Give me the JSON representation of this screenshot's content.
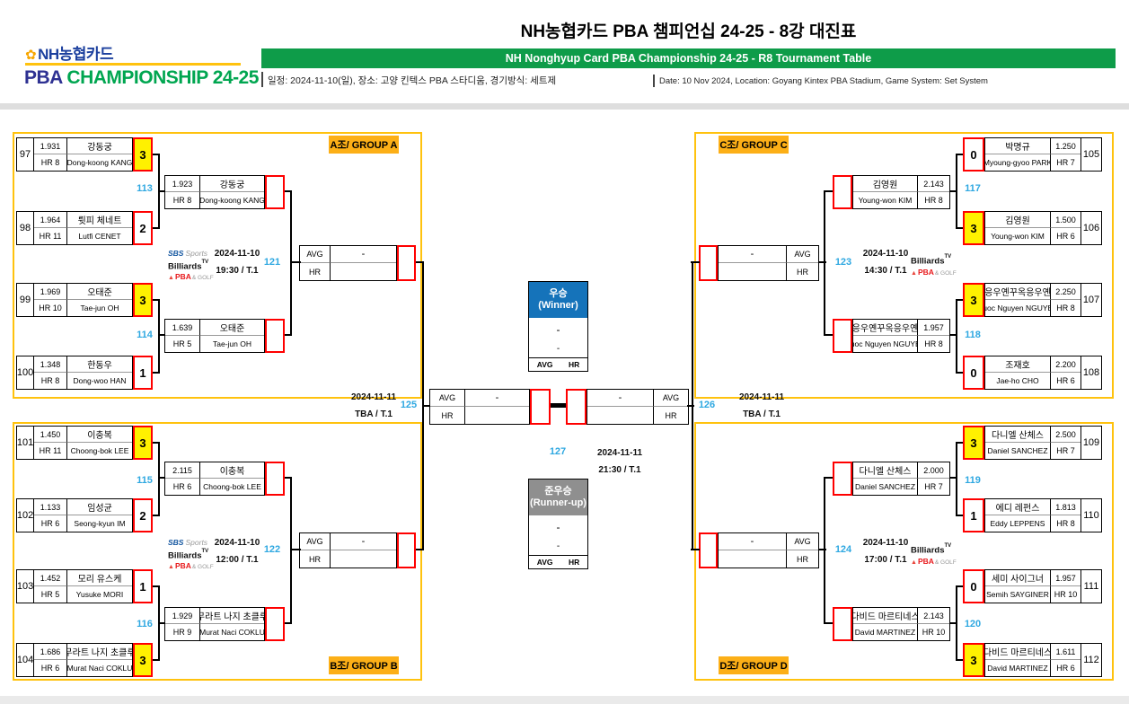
{
  "header": {
    "logo_nh": "NH농협카드",
    "logo_pba": "PBA",
    "logo_champ": "CHAMPIONSHIP 24-25",
    "title_kr": "NH농협카드 PBA 챔피언십 24-25 - 8강 대진표",
    "title_en": "NH Nonghyup Card PBA Championship 24-25 - R8 Tournament Table",
    "info_kr": "일정: 2024-11-10(일), 장소: 고양 킨텍스 PBA 스타디움, 경기방식: 세트제",
    "info_en": "Date: 10 Nov 2024, Location: Goyang Kintex PBA Stadium, Game System: Set System"
  },
  "labels": {
    "avg": "AVG",
    "hr": "HR"
  },
  "broadcast": {
    "sbs": "SBS",
    "sports": "Sports",
    "billiards": "Billiards",
    "tv": "TV",
    "pba": "PBA",
    "golf": "& GOLF"
  },
  "center": {
    "winner": {
      "title_kr": "우승",
      "title_en": "(Winner)",
      "name": "-",
      "stat": "-"
    },
    "runner_up": {
      "title_kr": "준우승",
      "title_en": "(Runner-up)",
      "name": "-",
      "stat": "-"
    },
    "final": {
      "no": "127",
      "date": "2024-11-11",
      "time": "21:30 / T.1"
    },
    "semi_left": {
      "no": "125",
      "date": "2024-11-11",
      "time": "TBA / T.1",
      "value": "-"
    },
    "semi_right": {
      "no": "126",
      "date": "2024-11-11",
      "time": "TBA / T.1",
      "value": "-"
    }
  },
  "groups": [
    {
      "label": "A조/ GROUP A",
      "matches": [
        {
          "no": "97",
          "avg": "1.931",
          "hr": "HR 8",
          "name_kr": "강동궁",
          "name_en": "Dong-koong KANG",
          "score": "3",
          "winner": true
        },
        {
          "no": "98",
          "avg": "1.964",
          "hr": "HR 11",
          "name_kr": "륏피 체네트",
          "name_en": "Lutfi CENET",
          "score": "2",
          "winner": false
        },
        {
          "no": "99",
          "avg": "1.969",
          "hr": "HR 10",
          "name_kr": "오태준",
          "name_en": "Tae-jun OH",
          "score": "3",
          "winner": true
        },
        {
          "no": "100",
          "avg": "1.348",
          "hr": "HR 8",
          "name_kr": "한동우",
          "name_en": "Dong-woo HAN",
          "score": "1",
          "winner": false
        }
      ],
      "qf_nos": [
        "113",
        "114"
      ],
      "sf": [
        {
          "avg": "1.923",
          "hr": "HR 8",
          "name_kr": "강동궁",
          "name_en": "Dong-koong KANG"
        },
        {
          "avg": "1.639",
          "hr": "HR 5",
          "name_kr": "오태준",
          "name_en": "Tae-jun OH"
        }
      ],
      "sf_no": "121",
      "sf_date": "2024-11-10",
      "sf_time": "19:30 / T.1",
      "winner_value": "-"
    },
    {
      "label": "B조/ GROUP B",
      "matches": [
        {
          "no": "101",
          "avg": "1.450",
          "hr": "HR 11",
          "name_kr": "이충복",
          "name_en": "Choong-bok LEE",
          "score": "3",
          "winner": true
        },
        {
          "no": "102",
          "avg": "1.133",
          "hr": "HR 6",
          "name_kr": "임성균",
          "name_en": "Seong-kyun IM",
          "score": "2",
          "winner": false
        },
        {
          "no": "103",
          "avg": "1.452",
          "hr": "HR 5",
          "name_kr": "모리 유스케",
          "name_en": "Yusuke MORI",
          "score": "1",
          "winner": false
        },
        {
          "no": "104",
          "avg": "1.686",
          "hr": "HR 6",
          "name_kr": "무라트 나지 초클루",
          "name_en": "Murat Naci COKLU",
          "score": "3",
          "winner": true
        }
      ],
      "qf_nos": [
        "115",
        "116"
      ],
      "sf": [
        {
          "avg": "2.115",
          "hr": "HR 6",
          "name_kr": "이충복",
          "name_en": "Choong-bok LEE"
        },
        {
          "avg": "1.929",
          "hr": "HR 9",
          "name_kr": "무라트 나지 초클루",
          "name_en": "Murat Naci COKLU"
        }
      ],
      "sf_no": "122",
      "sf_date": "2024-11-10",
      "sf_time": "12:00 / T.1",
      "winner_value": "-"
    },
    {
      "label": "C조/ GROUP C",
      "matches": [
        {
          "no": "105",
          "avg": "1.250",
          "hr": "HR 7",
          "name_kr": "박명규",
          "name_en": "Myoung-gyoo PARK",
          "score": "0",
          "winner": false
        },
        {
          "no": "106",
          "avg": "1.500",
          "hr": "HR 6",
          "name_kr": "김영원",
          "name_en": "Young-won KIM",
          "score": "3",
          "winner": true
        },
        {
          "no": "107",
          "avg": "2.250",
          "hr": "HR 8",
          "name_kr": "응우옌꾸옥응우옌",
          "name_en": "Quoc Nguyen NGUYEN",
          "score": "3",
          "winner": true
        },
        {
          "no": "108",
          "avg": "2.200",
          "hr": "HR 6",
          "name_kr": "조재호",
          "name_en": "Jae-ho CHO",
          "score": "0",
          "winner": false
        }
      ],
      "qf_nos": [
        "117",
        "118"
      ],
      "sf": [
        {
          "avg": "2.143",
          "hr": "HR 8",
          "name_kr": "김영원",
          "name_en": "Young-won KIM"
        },
        {
          "avg": "1.957",
          "hr": "HR 8",
          "name_kr": "응우옌꾸옥응우옌",
          "name_en": "Quoc Nguyen NGUYEN"
        }
      ],
      "sf_no": "123",
      "sf_date": "2024-11-10",
      "sf_time": "14:30 / T.1",
      "winner_value": "-"
    },
    {
      "label": "D조/ GROUP D",
      "matches": [
        {
          "no": "109",
          "avg": "2.500",
          "hr": "HR 7",
          "name_kr": "다니엘 산체스",
          "name_en": "Daniel SANCHEZ",
          "score": "3",
          "winner": true
        },
        {
          "no": "110",
          "avg": "1.813",
          "hr": "HR 8",
          "name_kr": "에디 레펀스",
          "name_en": "Eddy LEPPENS",
          "score": "1",
          "winner": false
        },
        {
          "no": "111",
          "avg": "1.957",
          "hr": "HR 10",
          "name_kr": "세미 사이그너",
          "name_en": "Semih SAYGINER",
          "score": "0",
          "winner": false
        },
        {
          "no": "112",
          "avg": "1.611",
          "hr": "HR 6",
          "name_kr": "다비드 마르티네스",
          "name_en": "David MARTINEZ",
          "score": "3",
          "winner": true
        }
      ],
      "qf_nos": [
        "119",
        "120"
      ],
      "sf": [
        {
          "avg": "2.000",
          "hr": "HR 7",
          "name_kr": "다니엘 산체스",
          "name_en": "Daniel SANCHEZ"
        },
        {
          "avg": "2.143",
          "hr": "HR 10",
          "name_kr": "다비드 마르티네스",
          "name_en": "David MARTINEZ"
        }
      ],
      "sf_no": "124",
      "sf_date": "2024-11-10",
      "sf_time": "17:00 / T.1",
      "winner_value": "-"
    }
  ]
}
